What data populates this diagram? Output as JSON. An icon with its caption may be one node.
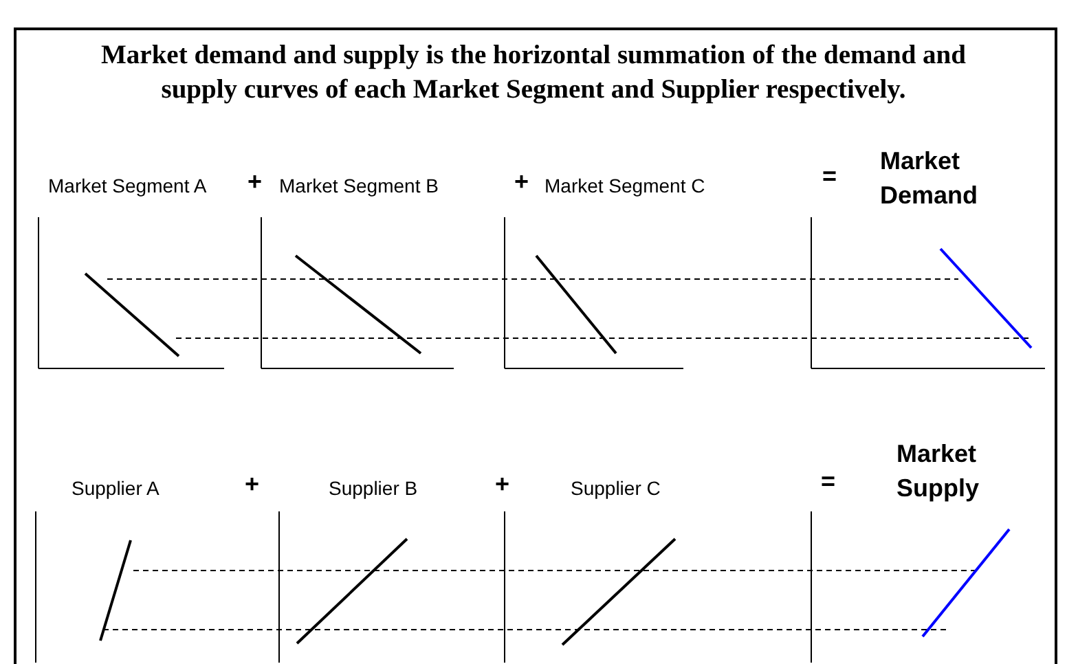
{
  "diagram": {
    "title": "Market demand and supply is the horizontal summation of the demand and supply curves of each Market Segment and Supplier respectively.",
    "labels": [
      "Market Segment A",
      "+",
      "Market Segment B",
      "+",
      "Market Segment C",
      "=",
      "Market Demand",
      "Supplier A",
      "+",
      "Supplier B",
      "+",
      "Supplier C",
      "=",
      "Market Supply"
    ]
  }
}
